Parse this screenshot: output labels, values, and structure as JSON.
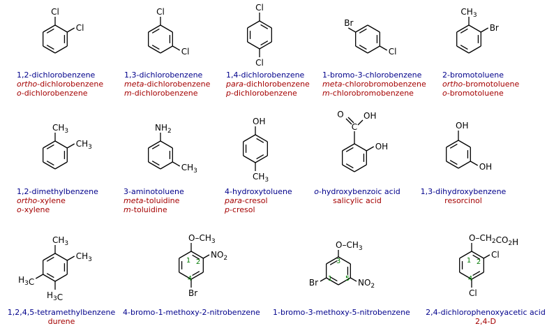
{
  "compounds": [
    {
      "id": "c1",
      "name": "1,2-dichlorobenzene",
      "alt_names": [
        {
          "prefix": "ortho",
          "rest": "-dichlorobenzene"
        },
        {
          "prefix": "o",
          "rest": "-dichlorobenzene"
        }
      ],
      "substituents": [
        "Cl",
        "Cl"
      ]
    },
    {
      "id": "c2",
      "name": "1,3-dichlorobenzene",
      "alt_names": [
        {
          "prefix": "meta",
          "rest": "-dichlorobenzene"
        },
        {
          "prefix": "m",
          "rest": "-dichlorobenzene"
        }
      ],
      "substituents": [
        "Cl",
        "Cl"
      ]
    },
    {
      "id": "c3",
      "name": "1,4-dichlorobenzene",
      "alt_names": [
        {
          "prefix": "para",
          "rest": "-dichlorobenzene"
        },
        {
          "prefix": "p",
          "rest": "-dichlorobenzene"
        }
      ],
      "substituents": [
        "Cl",
        "Cl"
      ]
    },
    {
      "id": "c4",
      "name": "1-bromo-3-chlorobenzene",
      "alt_names": [
        {
          "prefix": "meta",
          "rest": "-chlorobromobenzene"
        },
        {
          "prefix": "m",
          "rest": "-chlorobromobenzene"
        }
      ],
      "substituents": [
        "Br",
        "Cl"
      ]
    },
    {
      "id": "c5",
      "name": "2-bromotoluene",
      "alt_names": [
        {
          "prefix": "ortho",
          "rest": "-bromotoluene"
        },
        {
          "prefix": "o",
          "rest": "-bromotoluene"
        }
      ],
      "substituents": [
        "CH3",
        "Br"
      ]
    },
    {
      "id": "c6",
      "name": "1,2-dimethylbenzene",
      "alt_names": [
        {
          "prefix": "ortho",
          "rest": "-xylene"
        },
        {
          "prefix": "o",
          "rest": "-xylene"
        }
      ],
      "substituents": [
        "CH3",
        "CH3"
      ]
    },
    {
      "id": "c7",
      "name": "3-aminotoluene",
      "alt_names": [
        {
          "prefix": "meta",
          "rest": "-toluidine"
        },
        {
          "prefix": "m",
          "rest": "-toluidine"
        }
      ],
      "substituents": [
        "NH2",
        "CH3"
      ]
    },
    {
      "id": "c8",
      "name": "4-hydroxytoluene",
      "alt_names": [
        {
          "prefix": "para",
          "rest": "-cresol"
        },
        {
          "prefix": "p",
          "rest": "-cresol"
        }
      ],
      "substituents": [
        "OH",
        "CH3"
      ]
    },
    {
      "id": "c9",
      "name_prefix": "o",
      "name": "-hydroxybenzoic acid",
      "common_name": "salicylic acid",
      "substituents": [
        "O",
        "C",
        "OH",
        "OH"
      ]
    },
    {
      "id": "c10",
      "name": "1,3-dihydroxybenzene",
      "common_name": "resorcinol",
      "substituents": [
        "OH",
        "OH"
      ]
    },
    {
      "id": "c11",
      "name": "1,2,4,5-tetramethylbenzene",
      "common_name": "durene",
      "substituents": [
        "CH3",
        "CH3",
        "H3C",
        "H3C"
      ]
    },
    {
      "id": "c12",
      "name": "4-bromo-1-methoxy-2-nitrobenzene",
      "substituents": [
        "O–CH3",
        "NO2",
        "Br"
      ],
      "ring_numbers": [
        "1",
        "2",
        "4"
      ]
    },
    {
      "id": "c13",
      "name": "1-bromo-3-methoxy-5-nitrobenzene",
      "substituents": [
        "O–CH3",
        "Br",
        "NO2"
      ],
      "ring_numbers": [
        "3",
        "1",
        "5"
      ]
    },
    {
      "id": "c14",
      "name": "2,4-dichlorophenoxyacetic acid",
      "common_name": "2,4-D",
      "substituents": [
        "O–CH2CO2H",
        "Cl",
        "Cl"
      ],
      "ring_numbers": [
        "1",
        "2",
        "4"
      ]
    }
  ],
  "colors": {
    "systematic_name": "#00008b",
    "common_name": "#a40000",
    "ring_number": "#007a00",
    "bond": "#000000"
  }
}
